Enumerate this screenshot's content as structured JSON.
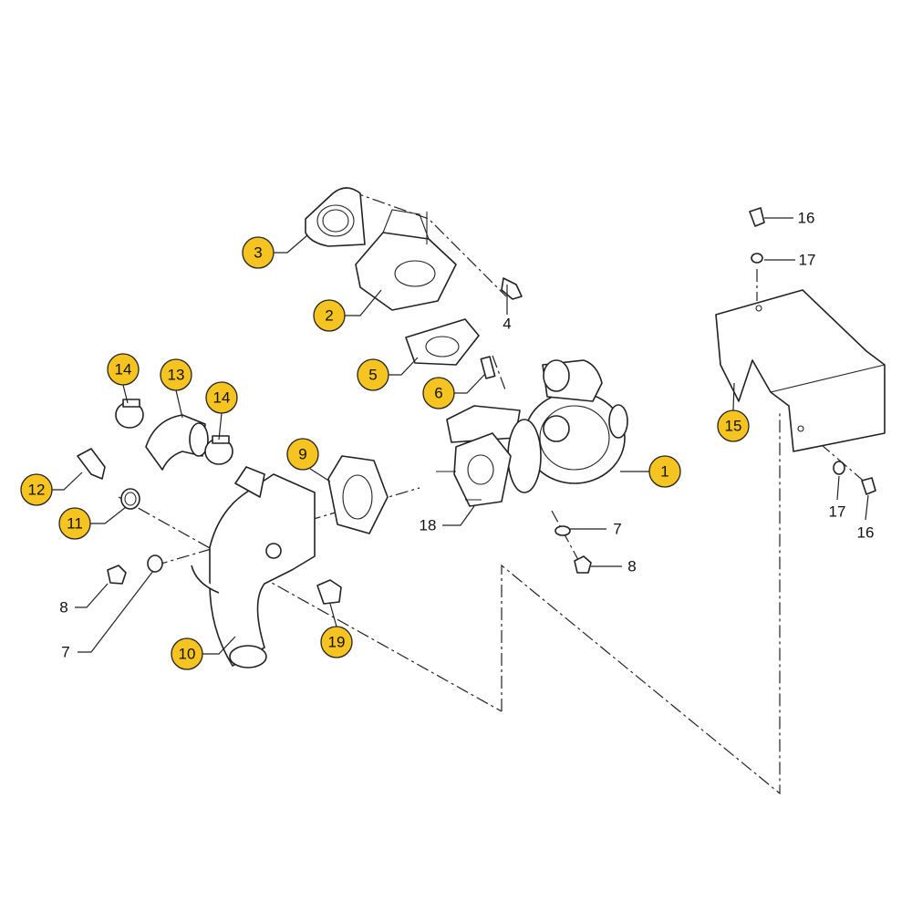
{
  "accent_color": "#F6C421",
  "callouts": [
    {
      "id": "c3",
      "label": "3"
    },
    {
      "id": "c2",
      "label": "2"
    },
    {
      "id": "c5",
      "label": "5"
    },
    {
      "id": "c6",
      "label": "6"
    },
    {
      "id": "c14a",
      "label": "14"
    },
    {
      "id": "c13",
      "label": "13"
    },
    {
      "id": "c14b",
      "label": "14"
    },
    {
      "id": "c9",
      "label": "9"
    },
    {
      "id": "c12",
      "label": "12"
    },
    {
      "id": "c11",
      "label": "11"
    },
    {
      "id": "c10",
      "label": "10"
    },
    {
      "id": "c19",
      "label": "19"
    },
    {
      "id": "c1",
      "label": "1"
    },
    {
      "id": "c15",
      "label": "15"
    }
  ],
  "labels": [
    {
      "id": "l4",
      "label": "4"
    },
    {
      "id": "l7a",
      "label": "7"
    },
    {
      "id": "l8a",
      "label": "8"
    },
    {
      "id": "l18",
      "label": "18"
    },
    {
      "id": "l8b",
      "label": "8"
    },
    {
      "id": "l7b",
      "label": "7"
    },
    {
      "id": "l16a",
      "label": "16"
    },
    {
      "id": "l17a",
      "label": "17"
    },
    {
      "id": "l17b",
      "label": "17"
    },
    {
      "id": "l16b",
      "label": "16"
    }
  ]
}
